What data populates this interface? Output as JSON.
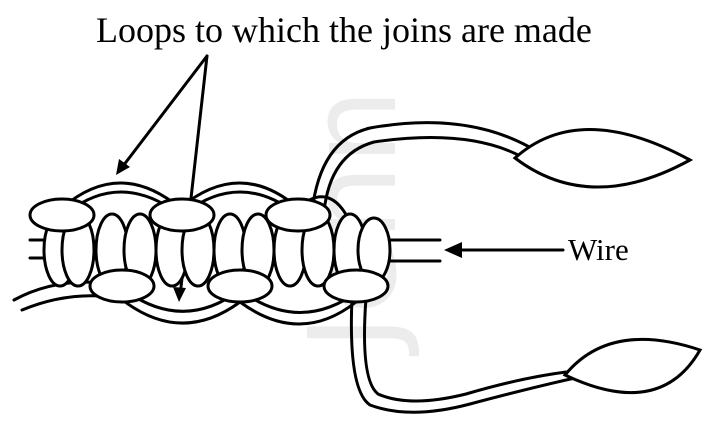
{
  "diagram": {
    "title": "Loops to which the joins are made",
    "wire_label": "Wire",
    "watermark": "Jenn"
  },
  "colors": {
    "ink": "#000000",
    "background": "#ffffff"
  }
}
